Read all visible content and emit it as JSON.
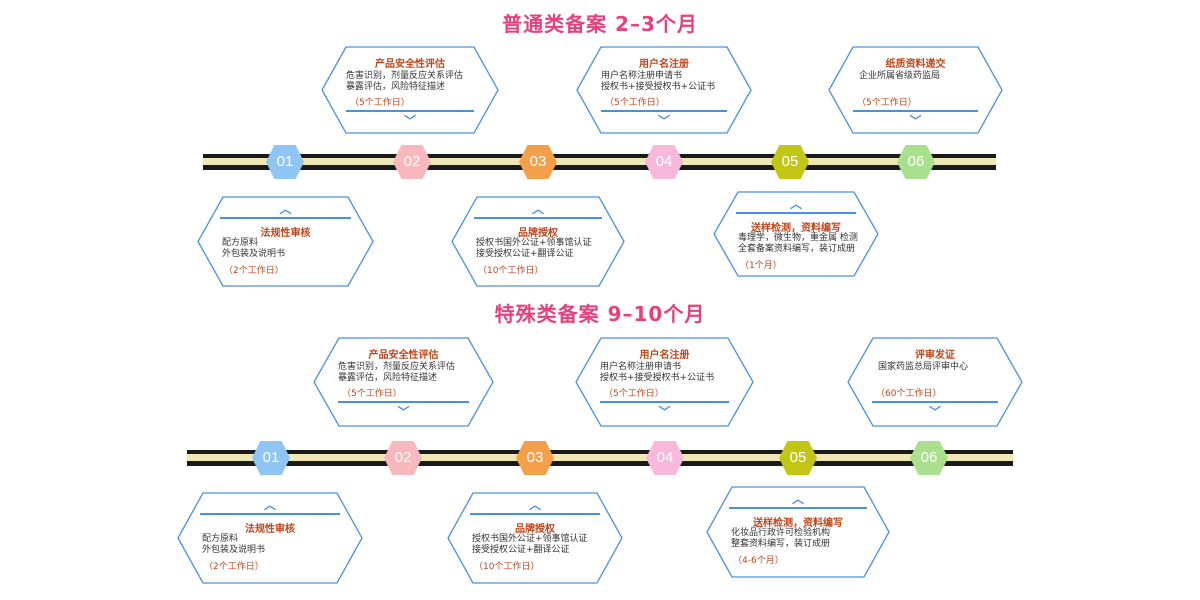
{
  "colors": {
    "title": "#e8407d",
    "card_title": "#c0461c",
    "card_border": "#4a90e2",
    "node_01": "#8ec5f3",
    "node_02": "#f8b8be",
    "node_03": "#f4a04a",
    "node_04": "#f7b8dc",
    "node_05": "#c2c716",
    "node_06": "#a9e08e"
  },
  "sections": [
    {
      "title": "普通类备案 2–3个月",
      "nodes": [
        "01",
        "02",
        "03",
        "04",
        "05",
        "06"
      ],
      "top_cards": [
        {
          "title": "产品安全性评估",
          "lines": [
            "危害识别，剂量反应关系评估",
            "暴露评估，风险特征描述"
          ],
          "note": "（5个工作日）"
        },
        {
          "title": "用户名注册",
          "lines": [
            "用户名称注册申请书",
            "授权书+接受授权书+公证书"
          ],
          "note": "（5个工作日）"
        },
        {
          "title": "纸质资料递交",
          "lines": [
            "企业所属省级药监局"
          ],
          "note": "（5个工作日）"
        }
      ],
      "bottom_cards": [
        {
          "title": "法规性审核",
          "lines": [
            "配方原料",
            "外包装及说明书"
          ],
          "note": "（2个工作日）"
        },
        {
          "title": "品牌授权",
          "lines": [
            "授权书国外公证+领事馆认证",
            "接受授权公证+翻译公证"
          ],
          "note": "（10个工作日）"
        },
        {
          "title": "送样检测，资料编写",
          "lines": [
            "毒理学，微生物，重金属 检测",
            "全套备案资料编写，装订成册"
          ],
          "note": "（1个月）"
        }
      ]
    },
    {
      "title": "特殊类备案 9–10个月",
      "nodes": [
        "01",
        "02",
        "03",
        "04",
        "05",
        "06"
      ],
      "top_cards": [
        {
          "title": "产品安全性评估",
          "lines": [
            "危害识别，剂量反应关系评估",
            "暴露评估，风险特征描述"
          ],
          "note": "（5个工作日）"
        },
        {
          "title": "用户名注册",
          "lines": [
            "用户名称注册申请书",
            "授权书+接受授权书+公证书"
          ],
          "note": "（5个工作日）"
        },
        {
          "title": "评审发证",
          "lines": [
            "国家药监总局评审中心"
          ],
          "note": "（60个工作日）"
        }
      ],
      "bottom_cards": [
        {
          "title": "法规性审核",
          "lines": [
            "配方原料",
            "外包装及说明书"
          ],
          "note": "（2个工作日）"
        },
        {
          "title": "品牌授权",
          "lines": [
            "授权书国外公证+领事馆认证",
            "接受授权公证+翻译公证"
          ],
          "note": "（10个工作日）"
        },
        {
          "title": "送样检测，资料编写",
          "lines": [
            "化妆品行政许可检验机构",
            "整套资料编写，装订成册"
          ],
          "note": "（4-6个月）"
        }
      ]
    }
  ]
}
